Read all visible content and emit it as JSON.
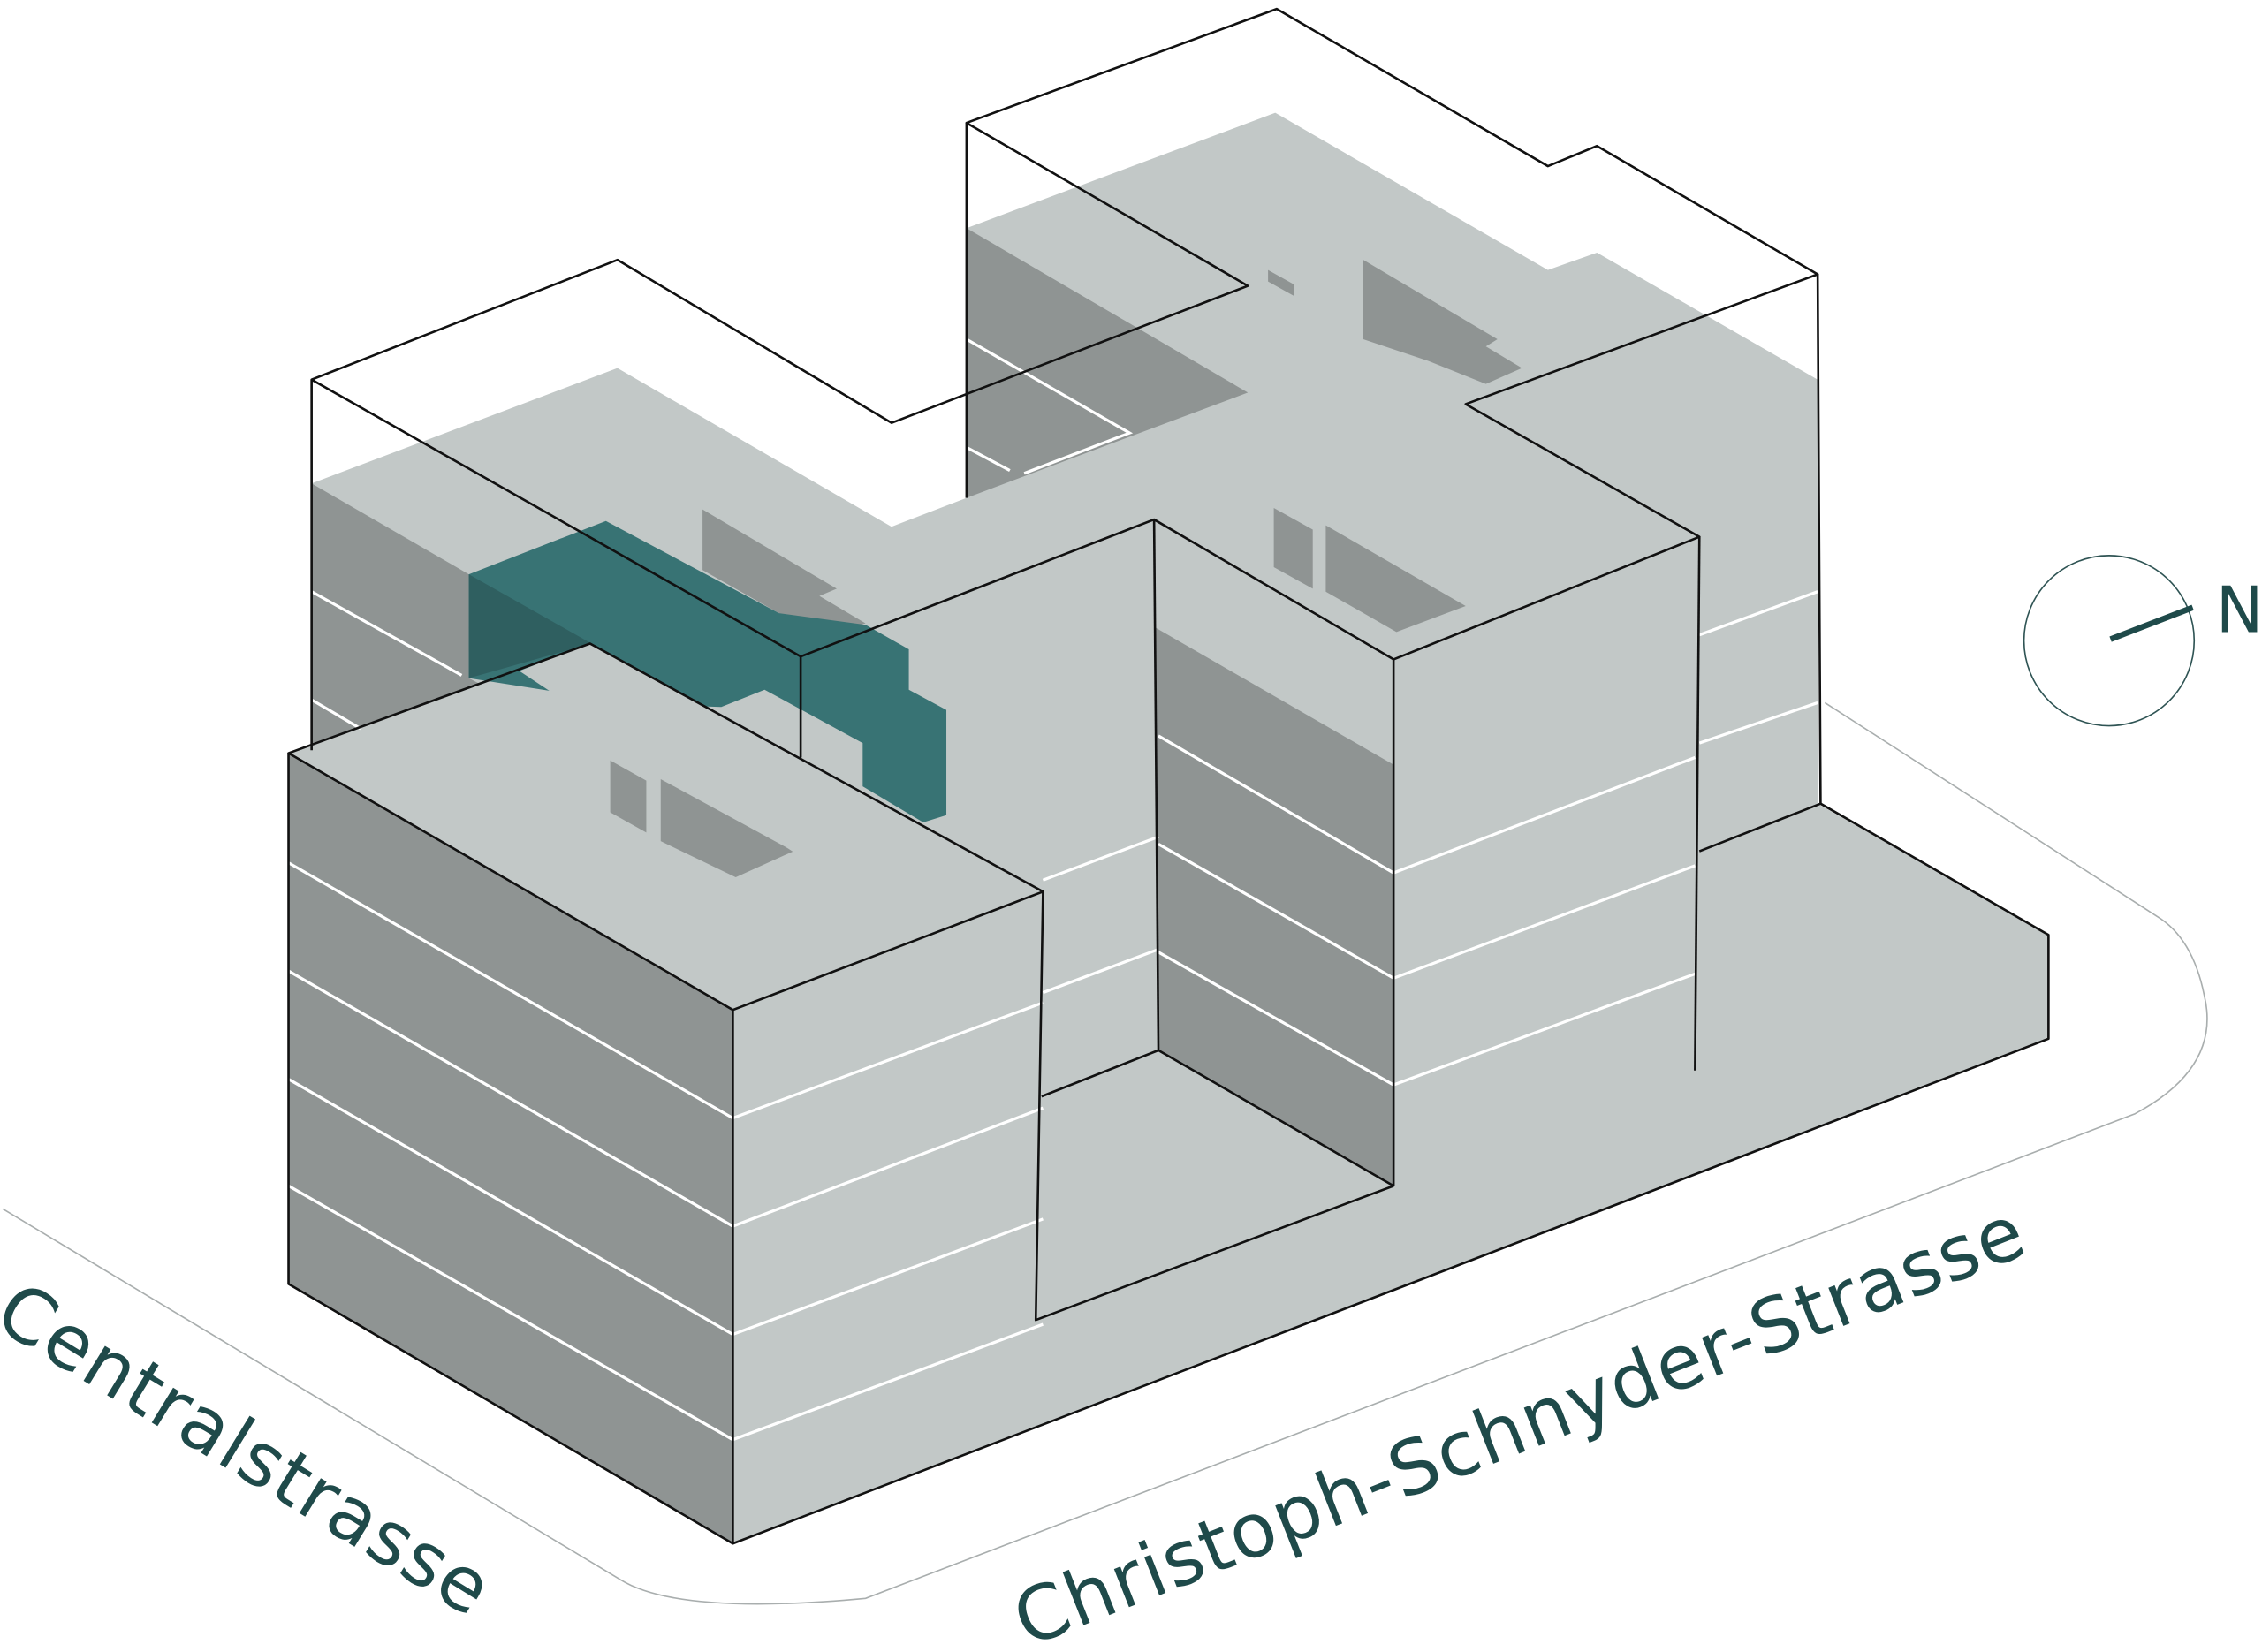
{
  "diagram": {
    "type": "isometric building massing",
    "streets": {
      "west": "Centralstrasse",
      "south": "Christoph-Schnyder-Strasse"
    },
    "compass": {
      "label": "N"
    },
    "colors": {
      "roof_light": "#c2c8c7",
      "facade_dark": "#8f9493",
      "highlight_unit": "#387374",
      "highlight_unit_shade": "#2f5f60",
      "label_text": "#1f4a4a"
    }
  }
}
